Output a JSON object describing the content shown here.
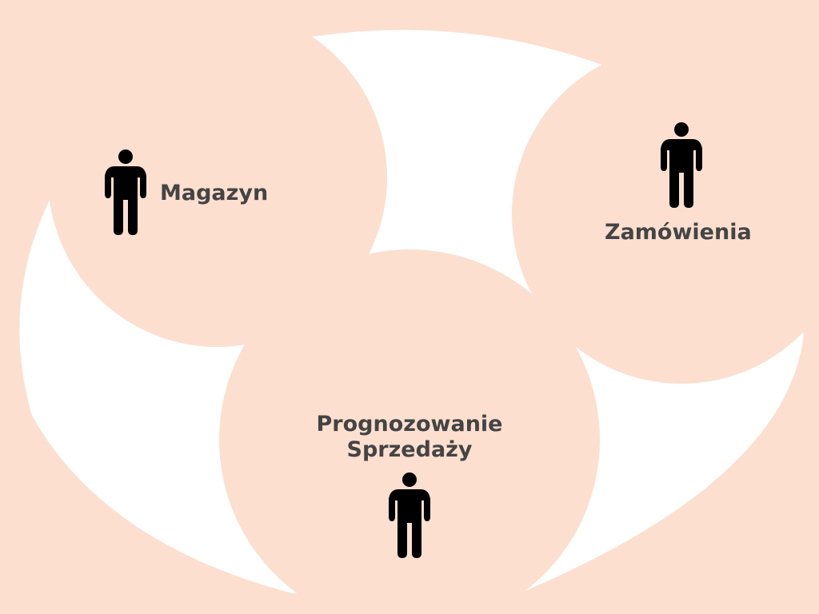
{
  "diagram": {
    "colors": {
      "background": "#fcdfcf",
      "blob": "#ffffff",
      "circle": "#fcdfcf",
      "text": "#444444",
      "icon": "#000000"
    },
    "nodes": [
      {
        "id": "magazyn",
        "label": "Magazyn",
        "icon": "person-icon"
      },
      {
        "id": "zamowienia",
        "label": "Zamówienia",
        "icon": "person-icon"
      },
      {
        "id": "prognozowanie",
        "label_line1": "Prognozowanie",
        "label_line2": "Sprzedaży",
        "icon": "person-icon"
      }
    ]
  }
}
